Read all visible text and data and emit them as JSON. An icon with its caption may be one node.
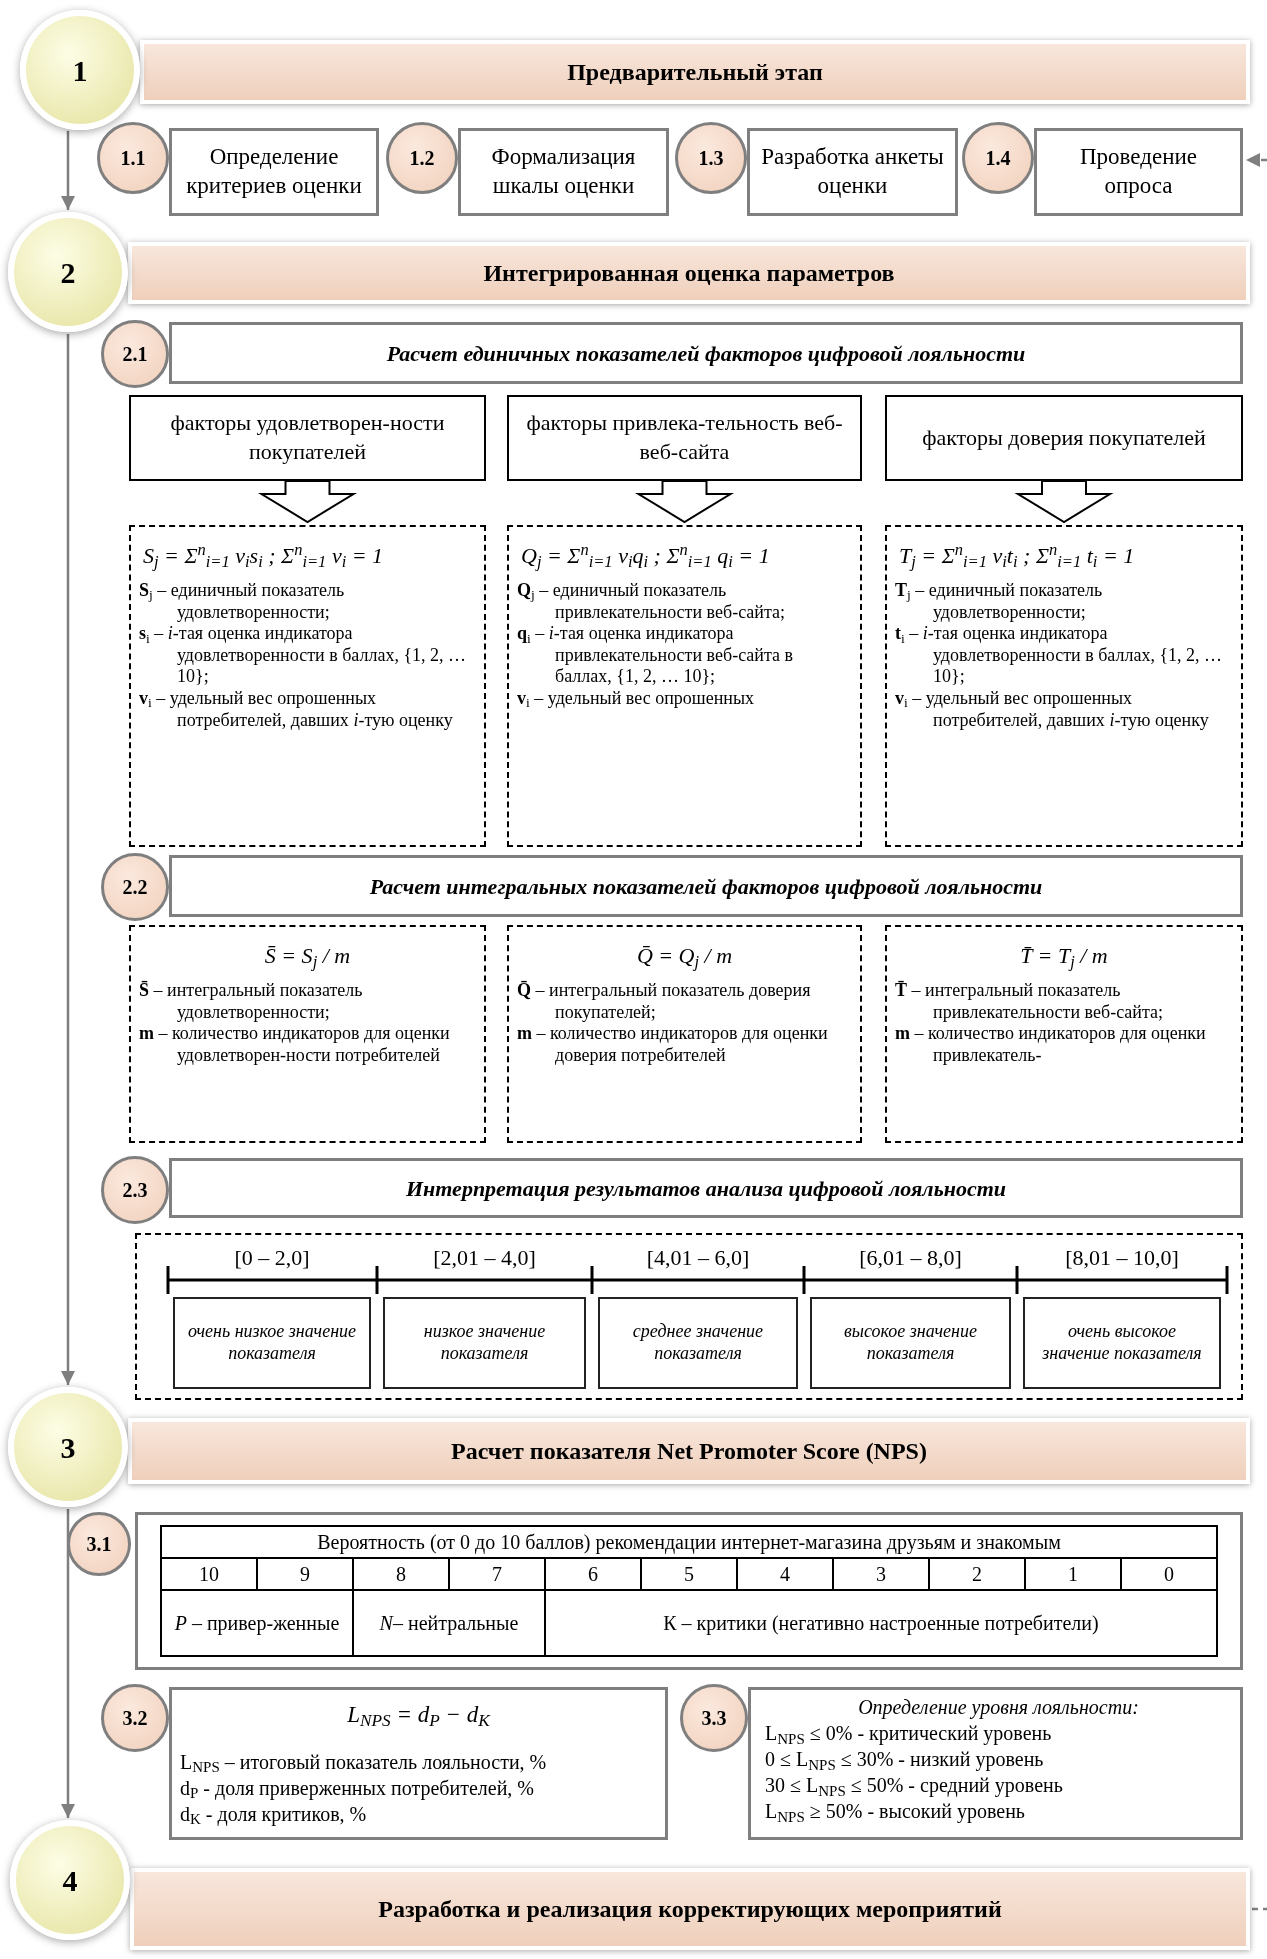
{
  "diagram": {
    "nodes": [
      {
        "text": [
          "1"
        ]
      },
      {
        "text": [
          "Предварительный этап"
        ]
      },
      {
        "text": [
          "1.1"
        ]
      },
      {
        "text": [
          "Определение критериев оценки"
        ]
      },
      {
        "text": [
          "1.2"
        ]
      },
      {
        "text": [
          "Формализация шкалы оценки"
        ]
      },
      {
        "text": [
          "1.3"
        ]
      },
      {
        "text": [
          "Разработка анкеты оценки"
        ]
      },
      {
        "text": [
          "1.4"
        ]
      },
      {
        "text": [
          "Проведение опроса"
        ]
      },
      {
        "text": [
          "2"
        ]
      },
      {
        "text": [
          "Интегрированная оценка параметров"
        ]
      },
      {
        "text": [
          "2.1"
        ]
      },
      {
        "text": [
          "Расчет единичных показателей факторов цифровой лояльности"
        ]
      },
      {
        "text": [
          "факторы удовлетворен-ности покупателей"
        ]
      },
      {
        "text": [
          "факторы привлека-тельность веб-веб-сайта"
        ]
      },
      {
        "text": [
          "факторы доверия покупателей"
        ]
      },
      {
        "text": [
          "S$_{j}$ = Σ$^{n}$$_{i=1}$ v$_{i}$s$_{i}$ ; Σ$^{n}$$_{i=1}$ v$_{i}$ = 1",
          "**S**$_{j}$ – единичный показатель удовлетворенности;",
          "**s**$_{i}$ – *i*-тая оценка индикатора удовлетворенности в баллах, {1, 2, … 10};",
          "**v**$_{i}$ – удельный вес опрошенных потребителей, давших *i*-тую оценку"
        ]
      },
      {
        "text": [
          "Q$_{j}$ = Σ$^{n}$$_{i=1}$ v$_{i}$q$_{i}$ ; Σ$^{n}$$_{i=1}$ q$_{i}$ = 1",
          "**Q**$_{j}$ – единичный показатель привлекательности веб-сайта;",
          "**q**$_{i}$ – *i*-тая оценка индикатора привлекательности веб-сайта в баллах, {1, 2, … 10};",
          "**v**$_{i}$ – удельный вес опрошенных"
        ]
      },
      {
        "text": [
          "T$_{j}$ = Σ$^{n}$$_{i=1}$ v$_{i}$t$_{i}$ ; Σ$^{n}$$_{i=1}$ t$_{i}$ = 1",
          "**T**$_{j}$ – единичный показатель удовлетворенности;",
          "**t**$_{i}$ – *i*-тая оценка индикатора удовлетворенности в баллах, {1, 2, … 10};",
          "**v**$_{i}$ – удельный вес опрошенных потребителей, давших *i*-тую оценку"
        ]
      },
      {
        "text": [
          "2.2"
        ]
      },
      {
        "text": [
          "Расчет интегральных показателей факторов цифровой лояльности"
        ]
      },
      {
        "text": [
          "S̄ = S$_{j}$ / m",
          "**S̄** – интегральный показатель удовлетворенности;",
          "**m** – количество индикаторов для оценки удовлетворен-ности потребителей"
        ]
      },
      {
        "text": [
          "Q̄ = Q$_{j}$ / m",
          "**Q̄** – интегральный показатель доверия покупателей;",
          "**m** – количество индикаторов для оценки доверия потребителей"
        ]
      },
      {
        "text": [
          "T̄ = T$_{j}$ / m",
          "**T̄** – интегральный показатель привлекательности веб-сайта;",
          "**m** – количество индикаторов для оценки привлекатель-"
        ]
      },
      {
        "text": [
          "2.3"
        ]
      },
      {
        "text": [
          "Интерпретация результатов анализа цифровой лояльности"
        ]
      },
      {
        "text": [],
        "shape": "box"
      },
      {
        "text": [
          "очень низкое значение показателя"
        ],
        "in": 27,
        "beside": [
          "[0 – 2,0]"
        ]
      },
      {
        "text": [
          "низкое значение показателя"
        ],
        "in": 27,
        "beside": [
          "[2,01 – 4,0]"
        ]
      },
      {
        "text": [
          "среднее значение показателя"
        ],
        "in": 27,
        "beside": [
          "[4,01 – 6,0]"
        ]
      },
      {
        "text": [
          "высокое значение показателя"
        ],
        "in": 27,
        "beside": [
          "[6,01 – 8,0]"
        ]
      },
      {
        "text": [
          "очень высокое значение показателя"
        ],
        "in": 27,
        "beside": [
          "[8,01 – 10,0]"
        ]
      },
      {
        "text": [
          "3"
        ]
      },
      {
        "text": [
          "Расчет показателя Net Promoter Score (NPS)"
        ]
      },
      {
        "text": [
          "3.1"
        ]
      },
      {
        "text": [],
        "shape": "box"
      },
      {
        "text": [
          "3.2"
        ]
      },
      {
        "text": [
          "L$_{NPS}$ = d$_{P}$ − d$_{K}$",
          "L$_{NPS}$ – итоговый показатель лояльности, %",
          "d$_{P}$ - доля приверженных потребителей, %",
          "d$_{K}$ - доля критиков, %"
        ]
      },
      {
        "text": [
          "3.3"
        ]
      },
      {
        "text": [
          "Определение уровня лояльности:",
          "L$_{NPS}$ ≤ 0% - критический уровень",
          "0 ≤ L$_{NPS}$ ≤ 30% - низкий уровень",
          "30 ≤ L$_{NPS}$ ≤ 50% - средний уровень",
          "L$_{NPS}$ ≥ 50% - высокий уровень"
        ]
      },
      {
        "text": [
          "4"
        ]
      },
      {
        "text": [
          "Разработка и реализация корректирующих мероприятий"
        ]
      }
    ],
    "edges": [
      {
        "from": 0,
        "to": 10,
        "arrow": "to"
      },
      {
        "from": 10,
        "to": 33,
        "arrow": "to"
      },
      {
        "from": 33,
        "to": 41,
        "arrow": "to"
      },
      {
        "from": 14,
        "to": 17,
        "arrow": "to"
      },
      {
        "from": 15,
        "to": 18,
        "arrow": "to"
      },
      {
        "from": 16,
        "to": 19,
        "arrow": "to"
      },
      {
        "from": 42,
        "to": null,
        "arrow": "none",
        "style": "dashed"
      },
      {
        "from": null,
        "to": 9,
        "arrow": "to",
        "style": "dashed"
      }
    ],
    "labels": [
      "Вероятность (от 0 до 10 баллов) рекомендации интернет-магазина друзьям и знакомым",
      "10",
      "9",
      "8",
      "7",
      "6",
      "5",
      "4",
      "3",
      "2",
      "1",
      "0",
      "*P* – привер-женные",
      "*N*– нейтральные",
      "К – критики (негативно настроенные потребители)"
    ]
  }
}
